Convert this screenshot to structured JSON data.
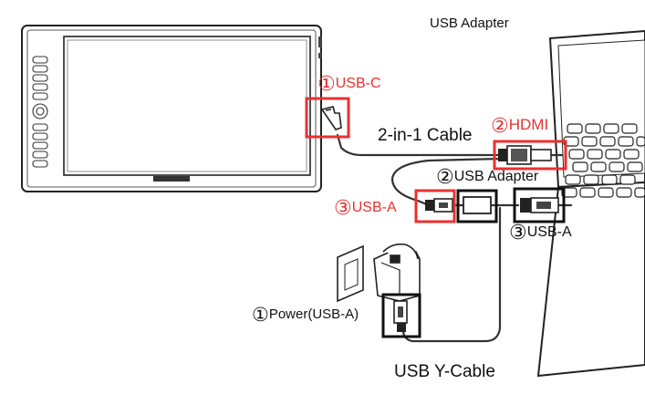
{
  "header": {
    "title": "USB Adapter"
  },
  "labels": {
    "usb_c": {
      "num": "①",
      "text": "USB-C"
    },
    "hdmi": {
      "num": "②",
      "text": "HDMI"
    },
    "cable_2in1": {
      "text": "2-in-1 Cable"
    },
    "usb_adapter": {
      "num": "②",
      "text": "USB Adapter"
    },
    "usb_a_left": {
      "num": "③",
      "text": "USB-A"
    },
    "usb_a_right": {
      "num": "③",
      "text": "USB-A"
    },
    "power": {
      "num": "①",
      "text": "Power(USB-A)"
    },
    "ycable": {
      "text": "USB Y-Cable"
    }
  },
  "colors": {
    "highlight_red": "#e8312f",
    "highlight_black": "#111111",
    "line": "#333333"
  }
}
